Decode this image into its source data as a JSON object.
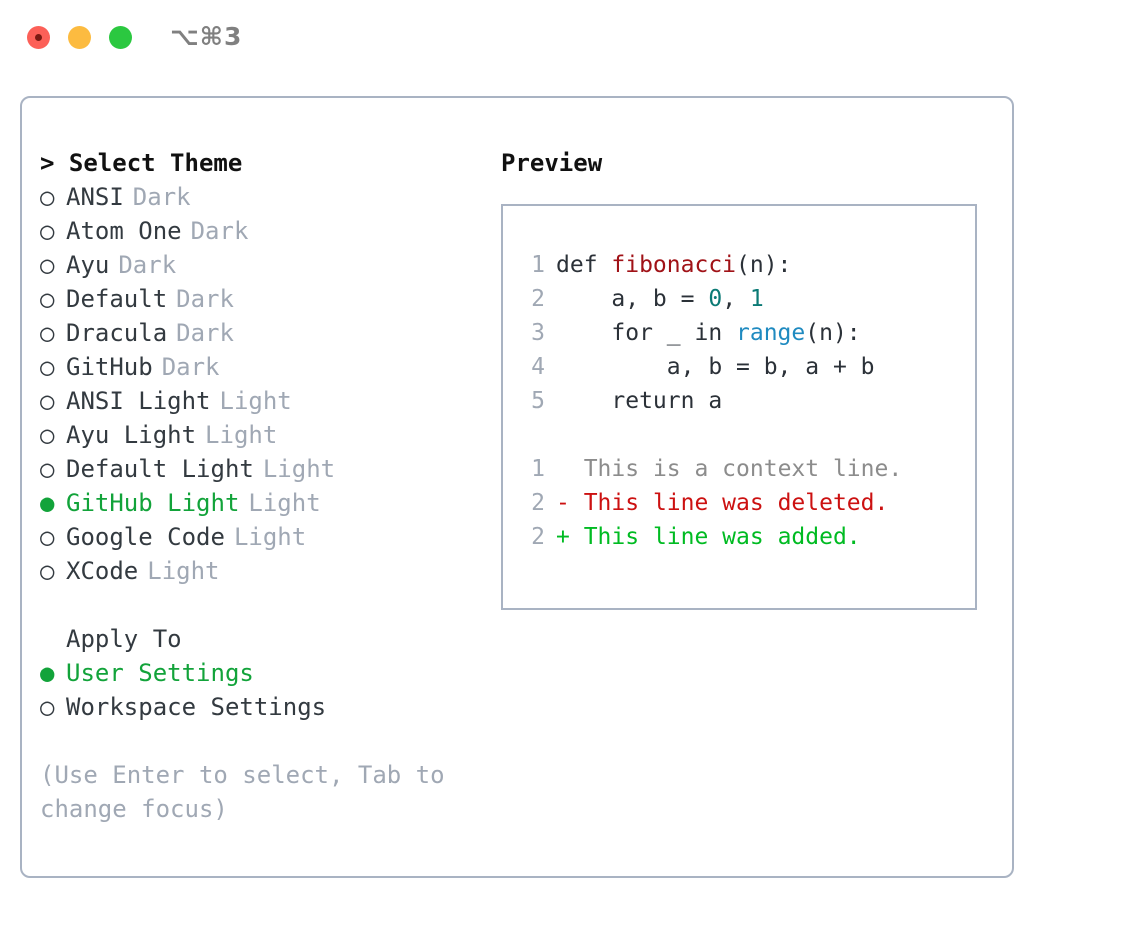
{
  "titlebar": {
    "shortcut": "⌥⌘3",
    "buttons": [
      {
        "name": "close",
        "color": "#fc6058"
      },
      {
        "name": "minimize",
        "color": "#fcbb40"
      },
      {
        "name": "maximize",
        "color": "#2bc840"
      }
    ]
  },
  "theme_picker": {
    "header": "> Select Theme",
    "items": [
      {
        "bullet": "○",
        "label": "ANSI",
        "variant": "Dark",
        "selected": false
      },
      {
        "bullet": "○",
        "label": "Atom One",
        "variant": "Dark",
        "selected": false
      },
      {
        "bullet": "○",
        "label": "Ayu",
        "variant": "Dark",
        "selected": false
      },
      {
        "bullet": "○",
        "label": "Default",
        "variant": "Dark",
        "selected": false
      },
      {
        "bullet": "○",
        "label": "Dracula",
        "variant": "Dark",
        "selected": false
      },
      {
        "bullet": "○",
        "label": "GitHub",
        "variant": "Dark",
        "selected": false
      },
      {
        "bullet": "○",
        "label": "ANSI Light",
        "variant": "Light",
        "selected": false
      },
      {
        "bullet": "○",
        "label": "Ayu Light",
        "variant": "Light",
        "selected": false
      },
      {
        "bullet": "○",
        "label": "Default Light",
        "variant": "Light",
        "selected": false
      },
      {
        "bullet": "●",
        "label": "GitHub Light",
        "variant": "Light",
        "selected": true
      },
      {
        "bullet": "○",
        "label": "Google Code",
        "variant": "Light",
        "selected": false
      },
      {
        "bullet": "○",
        "label": "XCode",
        "variant": "Light",
        "selected": false
      }
    ]
  },
  "apply_to": {
    "label": "Apply To",
    "options": [
      {
        "bullet": "●",
        "label": "User Settings",
        "selected": true
      },
      {
        "bullet": "○",
        "label": "Workspace Settings",
        "selected": false
      }
    ]
  },
  "hint": "(Use Enter to select, Tab to change focus)",
  "preview": {
    "title": "Preview",
    "code_lines": [
      {
        "num": "1",
        "tokens": [
          {
            "text": "def ",
            "kind": "plain"
          },
          {
            "text": "fibonacci",
            "kind": "fn"
          },
          {
            "text": "(n):",
            "kind": "plain"
          }
        ]
      },
      {
        "num": "2",
        "tokens": [
          {
            "text": "    a, b = ",
            "kind": "plain"
          },
          {
            "text": "0",
            "kind": "num"
          },
          {
            "text": ", ",
            "kind": "plain"
          },
          {
            "text": "1",
            "kind": "num"
          }
        ]
      },
      {
        "num": "3",
        "tokens": [
          {
            "text": "    for _ in ",
            "kind": "plain"
          },
          {
            "text": "range",
            "kind": "call"
          },
          {
            "text": "(n):",
            "kind": "plain"
          }
        ]
      },
      {
        "num": "4",
        "tokens": [
          {
            "text": "        a, b = b, a + b",
            "kind": "plain"
          }
        ]
      },
      {
        "num": "5",
        "tokens": [
          {
            "text": "    return a",
            "kind": "plain"
          }
        ]
      }
    ],
    "diff_lines": [
      {
        "num": "1",
        "marker": "  ",
        "text": "This is a context line.",
        "kind": "context"
      },
      {
        "num": "2",
        "marker": "- ",
        "text": "This line was deleted.",
        "kind": "deleted"
      },
      {
        "num": "2",
        "marker": "+ ",
        "text": "This line was added.",
        "kind": "added"
      }
    ]
  },
  "colors": {
    "border": "#a9b3c3",
    "accent_green": "#12a33a",
    "muted": "#a0a8b4",
    "text": "#333a40",
    "fn": "#a01217",
    "num": "#0b7a75",
    "call": "#1f8ac0",
    "diff_del": "#cc1111",
    "diff_add": "#00bb22",
    "diff_context": "#8c8c8c"
  }
}
